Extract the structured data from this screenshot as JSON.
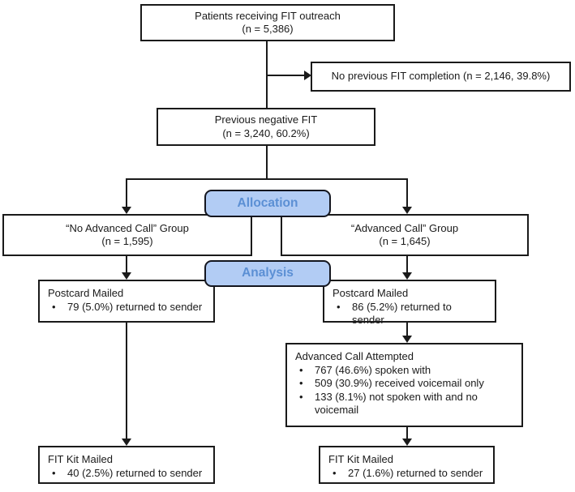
{
  "colors": {
    "canvas_bg": "#ffffff",
    "box_fill": "#ffffff",
    "box_border": "#1a1a1a",
    "connector": "#1a1a1a",
    "text": "#1a1a1a",
    "phase_fill": "#b2ccf4",
    "phase_border": "#14161f",
    "phase_text": "#5b8fd4"
  },
  "phase_labels": {
    "allocation": "Allocation",
    "analysis": "Analysis"
  },
  "boxes": {
    "outreach": {
      "line1": "Patients receiving FIT outreach",
      "line2": "(n = 5,386)"
    },
    "no_previous": {
      "line1": "No previous FIT completion (n = 2,146, 39.8%)"
    },
    "previous_negative": {
      "line1": "Previous negative FIT",
      "line2": "(n = 3,240, 60.2%)"
    },
    "no_advanced_call_group": {
      "line1": "“No Advanced Call” Group",
      "line2": "(n = 1,595)"
    },
    "advanced_call_group": {
      "line1": "“Advanced Call” Group",
      "line2": "(n = 1,645)"
    },
    "postcard_left": {
      "title": "Postcard Mailed",
      "bullets": [
        "79 (5.0%) returned to sender"
      ]
    },
    "postcard_right": {
      "title": "Postcard Mailed",
      "bullets": [
        "86 (5.2%) returned to sender"
      ]
    },
    "advanced_call_attempted": {
      "title": "Advanced Call Attempted",
      "bullets": [
        "767 (46.6%) spoken with",
        "509 (30.9%) received voicemail only",
        "133 (8.1%) not spoken with and no voicemail"
      ]
    },
    "fit_kit_left": {
      "title": "FIT Kit Mailed",
      "bullets": [
        "40 (2.5%) returned to sender"
      ]
    },
    "fit_kit_right": {
      "title": "FIT Kit Mailed",
      "bullets": [
        "27 (1.6%) returned to sender"
      ]
    }
  }
}
